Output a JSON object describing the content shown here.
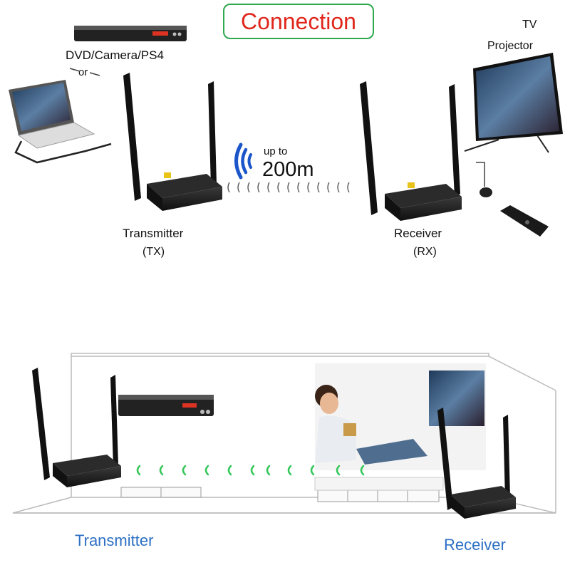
{
  "title": "Connection",
  "top": {
    "source_label": "DVD/Camera/PS4",
    "or_label": "or",
    "tv_label": "TV",
    "projector_label": "Projector",
    "range_up": "up to",
    "range_value": "200m",
    "tx_label": "Transmitter",
    "tx_abbr": "(TX)",
    "rx_label": "Receiver",
    "rx_abbr": "(RX)"
  },
  "bottom": {
    "tx_label": "Transmitter",
    "rx_label": "Receiver"
  },
  "colors": {
    "title_text": "#e0261b",
    "title_border": "#2fa84f",
    "signal_blue": "#1a55c9",
    "wave_green": "#34c759",
    "label_blue": "#2c6fc4"
  }
}
